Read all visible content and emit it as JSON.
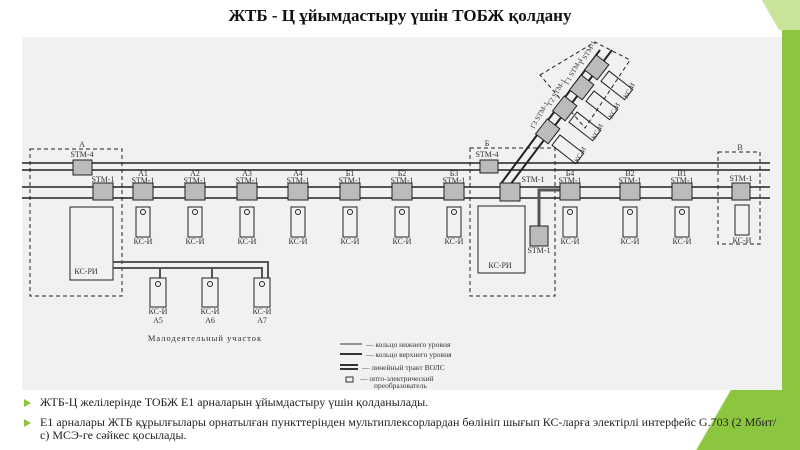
{
  "title": "ЖТБ - Ц ұйымдастыру үшін ТОБЖ қолдану",
  "diagram": {
    "site_a": {
      "label": "А",
      "stm4": "STM-4",
      "stm1": "STM-1",
      "ks_ri": "КС-РИ"
    },
    "site_b": {
      "label": "Б",
      "stm4": "STM-4",
      "stm1": "STM-1",
      "stm1_lower": "STM-1",
      "ks_ri": "КС-РИ"
    },
    "site_v": {
      "label": "В",
      "stm1": "STM-1",
      "ks": "КС-И"
    },
    "ring_nodes": [
      {
        "name": "А1",
        "mux": "STM-1",
        "ks": "КС-И"
      },
      {
        "name": "А2",
        "mux": "STM-1",
        "ks": "КС-И"
      },
      {
        "name": "А3",
        "mux": "STM-1",
        "ks": "КС-И"
      },
      {
        "name": "А4",
        "mux": "STM-1",
        "ks": "КС-И"
      },
      {
        "name": "Б1",
        "mux": "STM-1",
        "ks": "КС-И"
      },
      {
        "name": "Б2",
        "mux": "STM-1",
        "ks": "КС-И"
      },
      {
        "name": "Б3",
        "mux": "STM-1",
        "ks": "КС-И"
      },
      {
        "name": "Б4",
        "mux": "STM-1",
        "ks": "КС-И"
      },
      {
        "name": "В2",
        "mux": "STM-1",
        "ks": "КС-И"
      },
      {
        "name": "В1",
        "mux": "STM-1",
        "ks": "КС-И"
      }
    ],
    "low_activity_nodes": [
      {
        "name": "А5",
        "ks": "КС-И"
      },
      {
        "name": "А6",
        "ks": "КС-И"
      },
      {
        "name": "А7",
        "ks": "КС-И"
      }
    ],
    "branch_nodes": [
      {
        "name": "Г3",
        "mux": "STM-1",
        "ks": "КС-И"
      },
      {
        "name": "Г2",
        "mux": "STM-1",
        "ks": "КС-И"
      },
      {
        "name": "Г1",
        "mux": "STM-1",
        "ks": "КС-И"
      },
      {
        "name": "Г",
        "mux": "STM-1",
        "ks": "КС-И"
      }
    ],
    "low_activity_label": "Малодеятельный участок",
    "legend": [
      {
        "key": "lower-ring",
        "label": "— кольцо нижнего уровня"
      },
      {
        "key": "upper-ring",
        "label": "— кольцо верхнего уровня"
      },
      {
        "key": "fiber-line",
        "label": "— линейный тракт ВОЛС"
      },
      {
        "key": "converter",
        "label": "— опто-электрический",
        "label2": "преобразователь"
      }
    ]
  },
  "bullets": [
    "ЖТБ-Ц желілерінде ТОБЖ Е1 арналарын ұйымдастыру үшін қолданылады.",
    "Е1 арналары ЖТБ құрылғылары орнатылған пункттерінден мультиплексорлардан бөлініп шығып КС-ларға электірлі интерфейс G.703 (2 Мбит/с) МСЭ-ге сәйкес қосылады."
  ],
  "colors": {
    "accent": "#8cc63f",
    "diagram_bg": "#f1f1f1"
  }
}
